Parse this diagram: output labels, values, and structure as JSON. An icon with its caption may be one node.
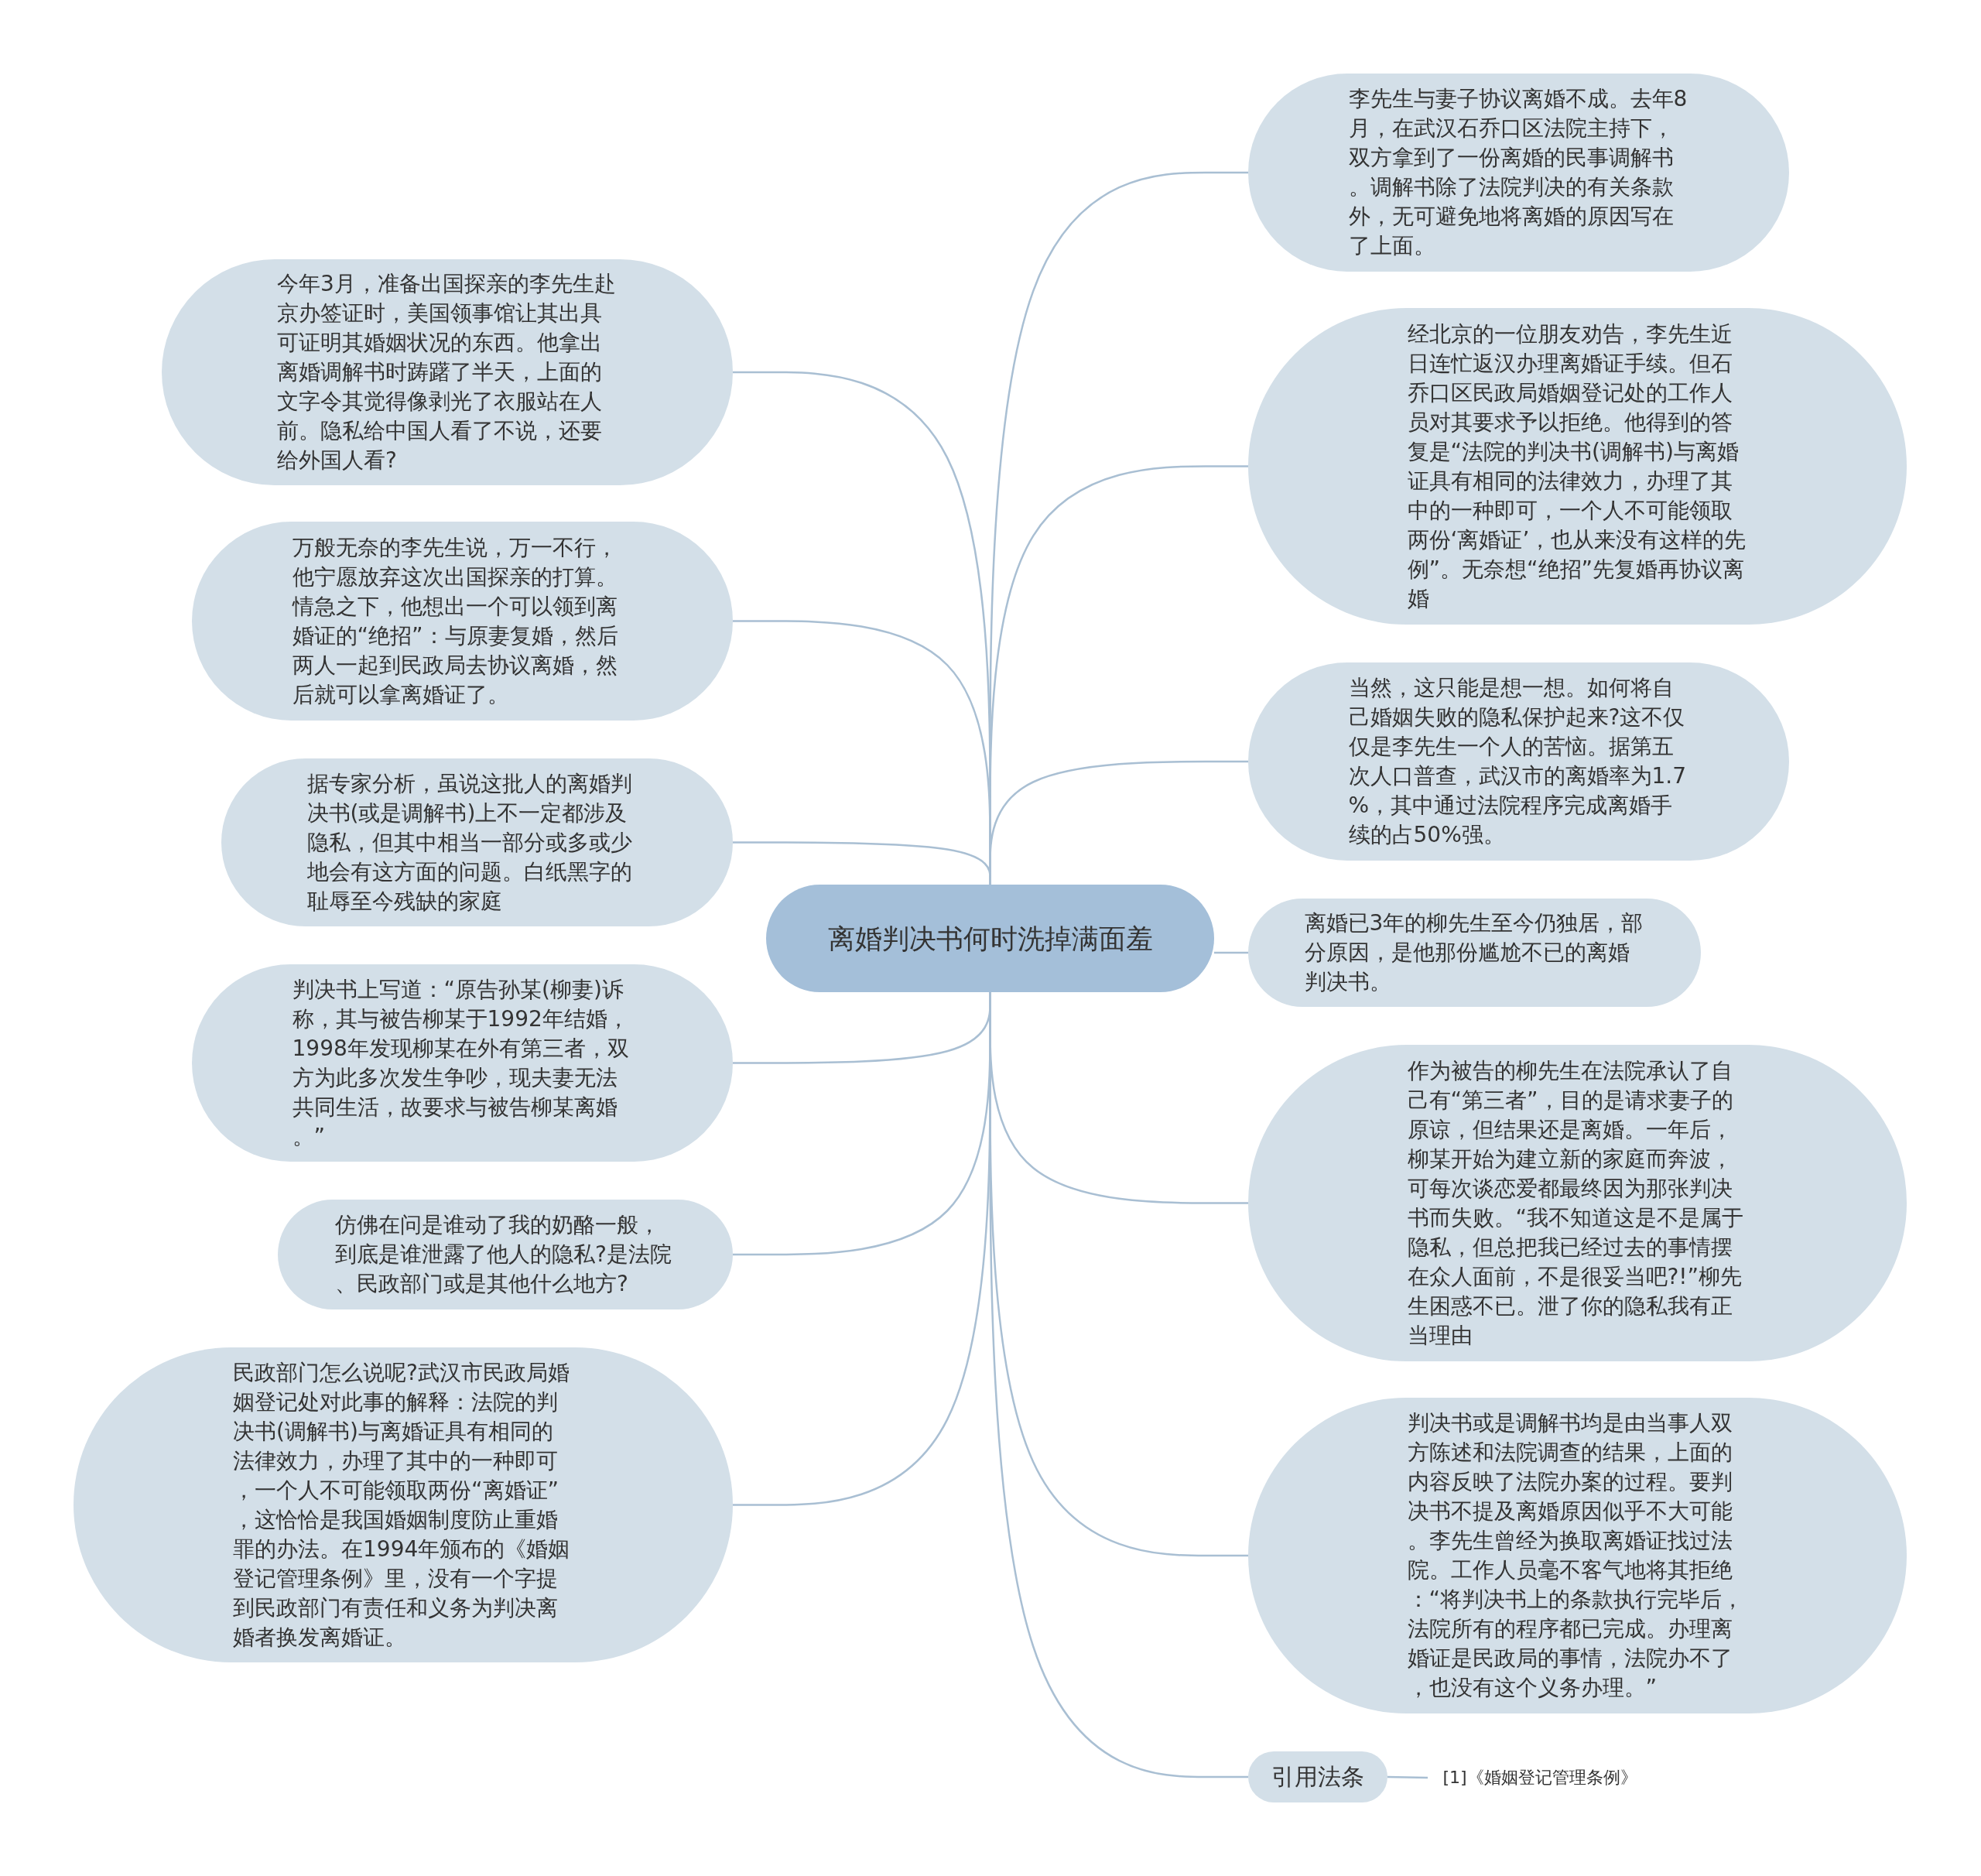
{
  "diagram": {
    "nodes": [
      {
        "text": [
          "离婚判决书何时洗掉满面羞"
        ]
      },
      {
        "text": [
          "李先生与妻子协议离婚不成。去年8月，在武汉石乔口区法院主持下，双方拿到了一份离婚的民事调解书。调解书除了法院判决的有关条款外，无可避免地将离婚的原因写在了上面。"
        ]
      },
      {
        "text": [
          "经北京的一位朋友劝告，李先生近日连忙返汉办理离婚证手续。但石乔口区民政局婚姻登记处的工作人员对其要求予以拒绝。他得到的答复是“法院的判决书(调解书)与离婚证具有相同的法律效力，办理了其中的一种即可，一个人不可能领取两份‘离婚证’，也从来没有这样的先例”。无奈想“绝招”先复婚再协议离婚"
        ]
      },
      {
        "text": [
          "当然，这只能是想一想。如何将自己婚姻失败的隐私保护起来?这不仅仅是李先生一个人的苦恼。据第五次人口普查，武汉市的离婚率为1.7%，其中通过法院程序完成离婚手续的占50%强。"
        ]
      },
      {
        "text": [
          "离婚已3年的柳先生至今仍独居，部分原因，是他那份尴尬不已的离婚判决书。"
        ]
      },
      {
        "text": [
          "作为被告的柳先生在法院承认了自己有“第三者”，目的是请求妻子的原谅，但结果还是离婚。一年后，柳某开始为建立新的家庭而奔波，可每次谈恋爱都最终因为那张判决书而失败。“我不知道这是不是属于隐私，但总把我已经过去的事情摆在众人面前，不是很妥当吧?!”柳先生困惑不已。泄了你的隐私我有正当理由"
        ]
      },
      {
        "text": [
          "判决书或是调解书均是由当事人双方陈述和法院调查的结果，上面的内容反映了法院办案的过程。要判决书不提及离婚原因似乎不大可能。李先生曾经为换取离婚证找过法院。工作人员毫不客气地将其拒绝：“将判决书上的条款执行完毕后，法院所有的程序都已完成。办理离婚证是民政局的事情，法院办不了，也没有这个义务办理。”"
        ]
      },
      {
        "text": [
          "引用法条"
        ]
      },
      {
        "text": [
          "[1]《婚姻登记管理条例》"
        ]
      },
      {
        "text": [
          "今年3月，准备出国探亲的李先生赴京办签证时，美国领事馆让其出具可证明其婚姻状况的东西。他拿出离婚调解书时踌躇了半天，上面的文字令其觉得像剥光了衣服站在人前。隐私给中国人看了不说，还要给外国人看?"
        ]
      },
      {
        "text": [
          "万般无奈的李先生说，万一不行，他宁愿放弃这次出国探亲的打算。情急之下，他想出一个可以领到离婚证的“绝招”：与原妻复婚，然后两人一起到民政局去协议离婚，然后就可以拿离婚证了。"
        ]
      },
      {
        "text": [
          "据专家分析，虽说这批人的离婚判决书(或是调解书)上不一定都涉及隐私，但其中相当一部分或多或少地会有这方面的问题。白纸黑字的耻辱至今残缺的家庭"
        ]
      },
      {
        "text": [
          "判决书上写道：“原告孙某(柳妻)诉称，其与被告柳某于1992年结婚，1998年发现柳某在外有第三者，双方为此多次发生争吵，现夫妻无法共同生活，故要求与被告柳某离婚。”"
        ]
      },
      {
        "text": [
          "仿佛在问是谁动了我的奶酪一般，到底是谁泄露了他人的隐私?是法院、民政部门或是其他什么地方?"
        ]
      },
      {
        "text": [
          "民政部门怎么说呢?武汉市民政局婚姻登记处对此事的解释：法院的判决书(调解书)与离婚证具有相同的法律效力，办理了其中的一种即可，一个人不可能领取两份“离婚证”，这恰恰是我国婚姻制度防止重婚罪的办法。在1994年颁布的《婚姻登记管理条例》里，没有一个字提到民政部门有责任和义务为判决离婚者换发离婚证。"
        ]
      }
    ],
    "edges": [
      {
        "from": 0,
        "to": 1,
        "arrow": "none"
      },
      {
        "from": 0,
        "to": 2,
        "arrow": "none"
      },
      {
        "from": 0,
        "to": 3,
        "arrow": "none"
      },
      {
        "from": 0,
        "to": 4,
        "arrow": "none"
      },
      {
        "from": 0,
        "to": 5,
        "arrow": "none"
      },
      {
        "from": 0,
        "to": 6,
        "arrow": "none"
      },
      {
        "from": 0,
        "to": 7,
        "arrow": "none"
      },
      {
        "from": 7,
        "to": 8,
        "arrow": "none"
      },
      {
        "from": 0,
        "to": 9,
        "arrow": "none"
      },
      {
        "from": 0,
        "to": 10,
        "arrow": "none"
      },
      {
        "from": 0,
        "to": 11,
        "arrow": "none"
      },
      {
        "from": 0,
        "to": 12,
        "arrow": "none"
      },
      {
        "from": 0,
        "to": 13,
        "arrow": "none"
      },
      {
        "from": 0,
        "to": 14,
        "arrow": "none"
      }
    ]
  }
}
